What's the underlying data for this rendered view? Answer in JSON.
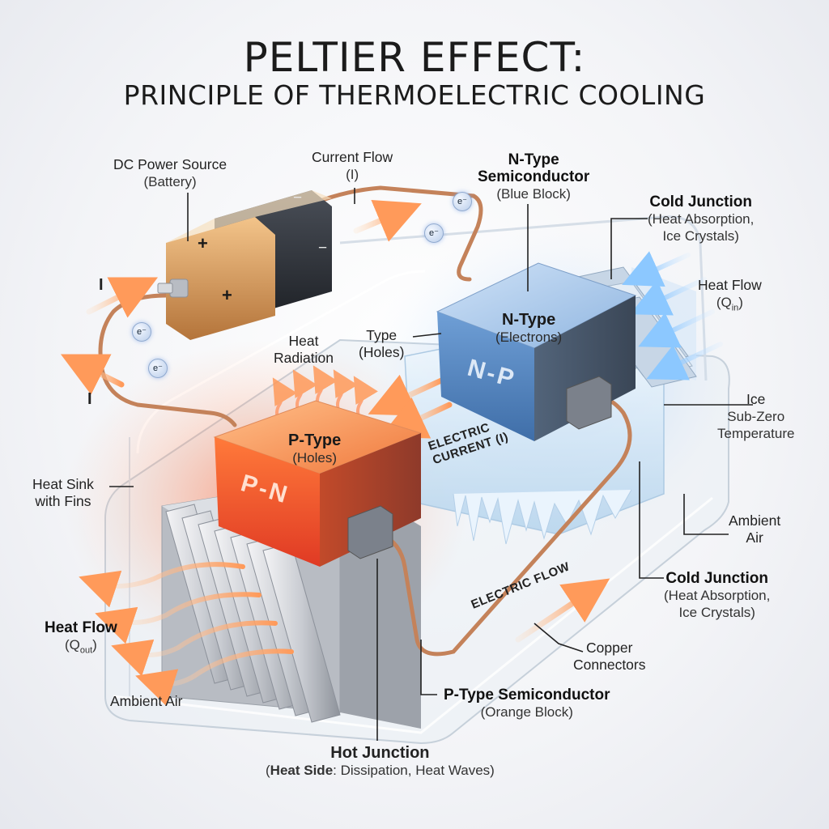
{
  "title": "PELTIER EFFECT:",
  "subtitle": "PRINCIPLE OF THERMOELECTRIC COOLING",
  "labels": {
    "dc_power": {
      "line1": "DC Power Source",
      "line2": "(Battery)"
    },
    "current_flow": {
      "line1": "Current Flow",
      "line2": "(I)"
    },
    "n_type_semiconductor": {
      "line1": "N-Type",
      "line2": "Semiconductor",
      "line3": "(Blue Block)"
    },
    "cold_junction_top": {
      "line1": "Cold Junction",
      "line2": "(Heat Absorption,",
      "line3": "Ice Crystals)"
    },
    "heat_flow_in": {
      "line1": "Heat Flow",
      "line2": "(Q",
      "sub": "in",
      "close": ")"
    },
    "heat_radiation": {
      "line1": "Heat",
      "line2": "Radiation"
    },
    "type_holes": {
      "line1": "Type",
      "line2": "(Holes)"
    },
    "ice": {
      "line1": "Ice",
      "line2": "Sub-Zero",
      "line3": "Temperature"
    },
    "heat_sink": {
      "line1": "Heat Sink",
      "line2": "with Fins"
    },
    "ambient_air_right": {
      "line1": "Ambient",
      "line2": "Air"
    },
    "cold_junction_bottom": {
      "line1": "Cold Junction",
      "line2": "(Heat Absorption,",
      "line3": "Ice Crystals)"
    },
    "heat_flow_out": {
      "line1": "Heat Flow",
      "line2": "(Q",
      "sub": "out",
      "close": ")"
    },
    "copper_connectors": {
      "line1": "Copper",
      "line2": "Connectors"
    },
    "ambient_air_left": {
      "line1": "Ambient Air"
    },
    "p_type_semiconductor": {
      "line1": "P-Type Semiconductor",
      "line2": "(Orange Block)"
    },
    "hot_junction": {
      "line1": "Hot Junction",
      "line2a": "(",
      "line2b": "Heat Side",
      "line2c": ": Dissipation, Heat Waves)"
    }
  },
  "blocks": {
    "n_block": {
      "title": "N-Type",
      "subtitle": "(Electrons)",
      "face": "N-P"
    },
    "p_block": {
      "title": "P-Type",
      "subtitle": "(Holes)",
      "face": "P-N"
    }
  },
  "slanted": {
    "electric_current_1": "ELECTRIC",
    "electric_current_2": "CURRENT (I)",
    "electric_flow": "ELECTRIC FLOW"
  },
  "symbols": {
    "current_left_top": "I",
    "current_left_bottom": "I",
    "electron": "e⁻",
    "battery_plus": "+",
    "battery_minus": "−"
  },
  "colors": {
    "hot": "#f05a2a",
    "cold": "#6fa3dc",
    "copper": "#c4825a",
    "glass": "#dfe6ee"
  }
}
